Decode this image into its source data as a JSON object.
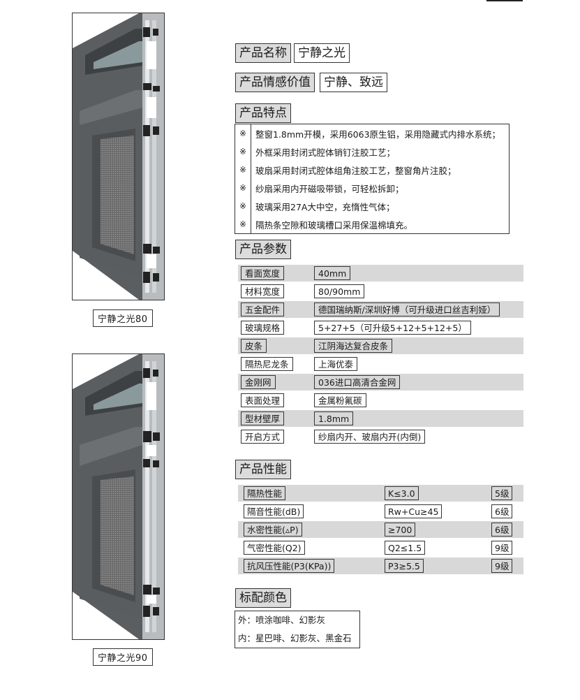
{
  "products": [
    {
      "caption": "宁静之光80"
    },
    {
      "caption": "宁静之光90"
    }
  ],
  "name": {
    "label": "产品名称",
    "value": "宁静之光"
  },
  "emotion": {
    "label": "产品情感价值",
    "value": "宁静、致远"
  },
  "features": {
    "title": "产品特点",
    "mark": "※",
    "items": [
      "整窗1.8mm开模，采用6063原生铝，采用隐藏式内排水系统；",
      "外框采用封闭式腔体销钉注胶工艺；",
      "玻扇采用封闭式腔体组角注胶工艺，整窗角片注胶；",
      "纱扇采用内开磁吸带锁，可轻松拆卸；",
      "玻璃采用27A大中空，充惰性气体；",
      "隔热条空隙和玻璃槽口采用保温棉填充。"
    ]
  },
  "params": {
    "title": "产品参数",
    "rows": [
      {
        "key": "看面宽度",
        "value": "40mm"
      },
      {
        "key": "材料宽度",
        "value": "80/90mm"
      },
      {
        "key": "五金配件",
        "value": "德国瑞纳斯/深圳好博（可升级进口丝吉利娅）"
      },
      {
        "key": "玻璃规格",
        "value": "5+27+5（可升级5+12+5+12+5）"
      },
      {
        "key": "皮条",
        "value": "江阴海达复合皮条"
      },
      {
        "key": "隔热尼龙条",
        "value": "上海优泰"
      },
      {
        "key": "金刚网",
        "value": "036进口高清合金网"
      },
      {
        "key": "表面处理",
        "value": "金属粉氟碳"
      },
      {
        "key": "型材壁厚",
        "value": "1.8mm"
      },
      {
        "key": "开启方式",
        "value": "纱扇内开、玻扇内开(内倒)"
      }
    ]
  },
  "performance": {
    "title": "产品性能",
    "rows": [
      {
        "name": "隔热性能",
        "value": "K≤3.0",
        "grade": "5级"
      },
      {
        "name": "隔音性能(dB)",
        "value": "Rw+Cu≥45",
        "grade": "6级"
      },
      {
        "name": "水密性能(▵P)",
        "value": "≥700",
        "grade": "6级"
      },
      {
        "name": "气密性能(Q2)",
        "value": "Q2≤1.5",
        "grade": "9级"
      },
      {
        "name": "抗风压性能(P3(KPa))",
        "value": "P3≥5.5",
        "grade": "9级"
      }
    ]
  },
  "colors": {
    "title": "标配颜色",
    "rows": [
      "外：喷涂咖啡、幻影灰",
      "内：星巴啡、幻影灰、黑金石"
    ]
  }
}
